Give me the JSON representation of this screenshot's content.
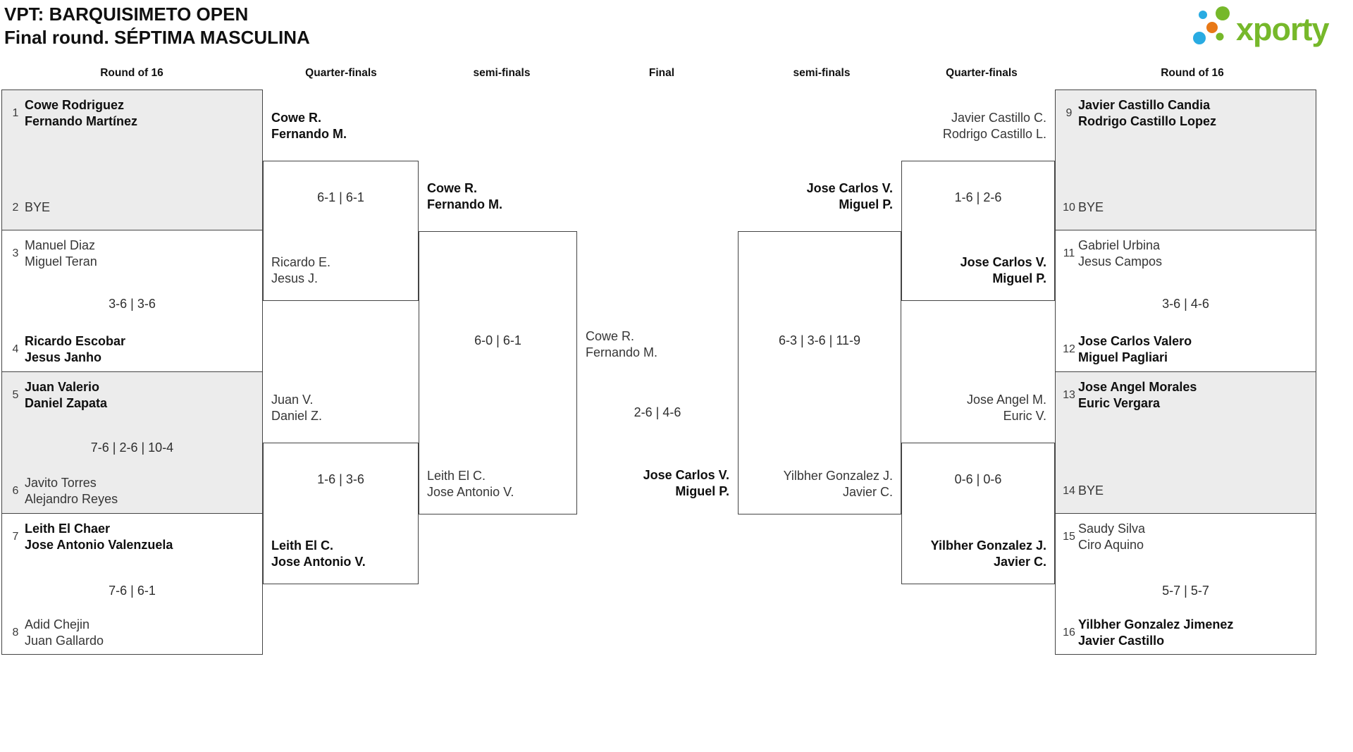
{
  "header": {
    "title_line1": "VPT: BARQUISIMETO OPEN",
    "title_line2": "Final round. SÉPTIMA MASCULINA"
  },
  "logo": {
    "text": "xporty",
    "green": "#76b82a",
    "blue": "#29abe2",
    "orange": "#e87817"
  },
  "colors": {
    "row_alt_gray": "#ececec",
    "border": "#444444",
    "text": "#141414"
  },
  "column_headers": {
    "r16_left": "Round of 16",
    "qf_left": "Quarter-finals",
    "sf_left": "semi-finals",
    "final": "Final",
    "sf_right": "semi-finals",
    "qf_right": "Quarter-finals",
    "r16_right": "Round of 16"
  },
  "r16_left": [
    {
      "top": {
        "seed": "1",
        "line1": "Cowe Rodriguez",
        "line2": "Fernando Martínez",
        "winner": true
      },
      "bottom": {
        "seed": "2",
        "line1": "BYE",
        "winner": false
      },
      "score": ""
    },
    {
      "top": {
        "seed": "3",
        "line1": "Manuel Diaz",
        "line2": "Miguel Teran",
        "winner": false
      },
      "bottom": {
        "seed": "4",
        "line1": "Ricardo Escobar",
        "line2": "Jesus Janho",
        "winner": true
      },
      "score": "3-6 | 3-6"
    },
    {
      "top": {
        "seed": "5",
        "line1": "Juan Valerio",
        "line2": "Daniel Zapata",
        "winner": true
      },
      "bottom": {
        "seed": "6",
        "line1": "Javito Torres",
        "line2": "Alejandro Reyes",
        "winner": false
      },
      "score": "7-6 | 2-6 | 10-4"
    },
    {
      "top": {
        "seed": "7",
        "line1": "Leith El Chaer",
        "line2": "Jose Antonio Valenzuela",
        "winner": true
      },
      "bottom": {
        "seed": "8",
        "line1": "Adid Chejin",
        "line2": "Juan Gallardo",
        "winner": false
      },
      "score": "7-6 | 6-1"
    }
  ],
  "qf_left": [
    {
      "top": {
        "line1": "Cowe R.",
        "line2": "Fernando M.",
        "winner": true
      },
      "bottom": {
        "line1": "Ricardo E.",
        "line2": "Jesus J.",
        "winner": false
      },
      "score": "6-1 | 6-1"
    },
    {
      "top": {
        "line1": "Juan V.",
        "line2": "Daniel Z.",
        "winner": false
      },
      "bottom": {
        "line1": "Leith El C.",
        "line2": "Jose Antonio V.",
        "winner": true
      },
      "score": "1-6 | 3-6"
    }
  ],
  "sf_left": {
    "top": {
      "line1": "Cowe R.",
      "line2": "Fernando M.",
      "winner": true
    },
    "bottom": {
      "line1": "Leith El C.",
      "line2": "Jose Antonio V.",
      "winner": false
    },
    "score": "6-0 | 6-1"
  },
  "final": {
    "top": {
      "line1": "Cowe R.",
      "line2": "Fernando M.",
      "winner": false
    },
    "bottom": {
      "line1": "Jose Carlos V.",
      "line2": "Miguel P.",
      "winner": true
    },
    "score": "2-6 | 4-6"
  },
  "sf_right": {
    "top": {
      "line1": "Jose Carlos V.",
      "line2": "Miguel P.",
      "winner": true
    },
    "bottom": {
      "line1": "Yilbher Gonzalez J.",
      "line2": "Javier C.",
      "winner": false
    },
    "score": "6-3 | 3-6 | 11-9"
  },
  "qf_right": [
    {
      "top": {
        "line1": "Javier Castillo C.",
        "line2": "Rodrigo Castillo L.",
        "winner": false
      },
      "bottom": {
        "line1": "Jose Carlos V.",
        "line2": "Miguel P.",
        "winner": true
      },
      "score": "1-6 | 2-6"
    },
    {
      "top": {
        "line1": "Jose Angel M.",
        "line2": "Euric V.",
        "winner": false
      },
      "bottom": {
        "line1": "Yilbher Gonzalez J.",
        "line2": "Javier C.",
        "winner": true
      },
      "score": "0-6 | 0-6"
    }
  ],
  "r16_right": [
    {
      "top": {
        "seed": "9",
        "line1": "Javier Castillo Candia",
        "line2": "Rodrigo Castillo Lopez",
        "winner": true
      },
      "bottom": {
        "seed": "10",
        "line1": "BYE",
        "winner": false
      },
      "score": ""
    },
    {
      "top": {
        "seed": "11",
        "line1": "Gabriel Urbina",
        "line2": "Jesus Campos",
        "winner": false
      },
      "bottom": {
        "seed": "12",
        "line1": "Jose Carlos Valero",
        "line2": "Miguel Pagliari",
        "winner": true
      },
      "score": "3-6 | 4-6"
    },
    {
      "top": {
        "seed": "13",
        "line1": "Jose Angel Morales",
        "line2": "Euric Vergara",
        "winner": true
      },
      "bottom": {
        "seed": "14",
        "line1": "BYE",
        "winner": false
      },
      "score": ""
    },
    {
      "top": {
        "seed": "15",
        "line1": "Saudy Silva",
        "line2": "Ciro Aquino",
        "winner": false
      },
      "bottom": {
        "seed": "16",
        "line1": "Yilbher Gonzalez Jimenez",
        "line2": "Javier Castillo",
        "winner": true
      },
      "score": "5-7 | 5-7"
    }
  ]
}
